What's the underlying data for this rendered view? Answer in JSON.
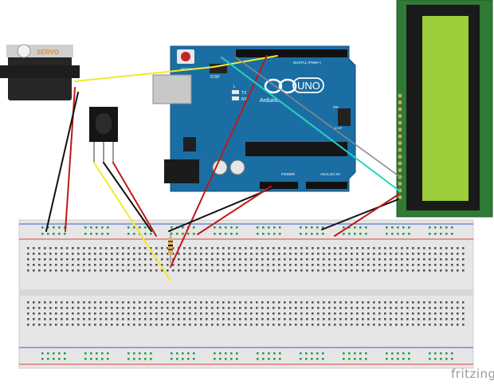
{
  "servo": {
    "label": "SERVO"
  },
  "arduino": {
    "logo_text": "UNO",
    "brand_text": "Arduino",
    "icsp_label": "ICSP",
    "icsp2_label": "ICSP",
    "tx_label": "TX",
    "rx_label": "RX",
    "l_label": "L",
    "reset_label": "RESET",
    "digital_label": "DIGITAL (PWM~)",
    "power_label": "POWER",
    "analog_label": "ANALOG IN",
    "on_label": "ON"
  },
  "footer": {
    "brand": "fritzing"
  },
  "colors": {
    "board": "#1a6ea3",
    "board_dark": "#155b88",
    "lcd_frame": "#2f7a35",
    "lcd_screen": "#9ccd3a",
    "breadboard": "#e6e6e6",
    "rail_red": "#e04141",
    "rail_blue": "#3a5ccf",
    "wire_yellow": "#f3ea2a",
    "wire_red": "#c01818",
    "wire_black": "#111111",
    "wire_cyan": "#28d3c2",
    "wire_gray": "#8a8a8a"
  }
}
